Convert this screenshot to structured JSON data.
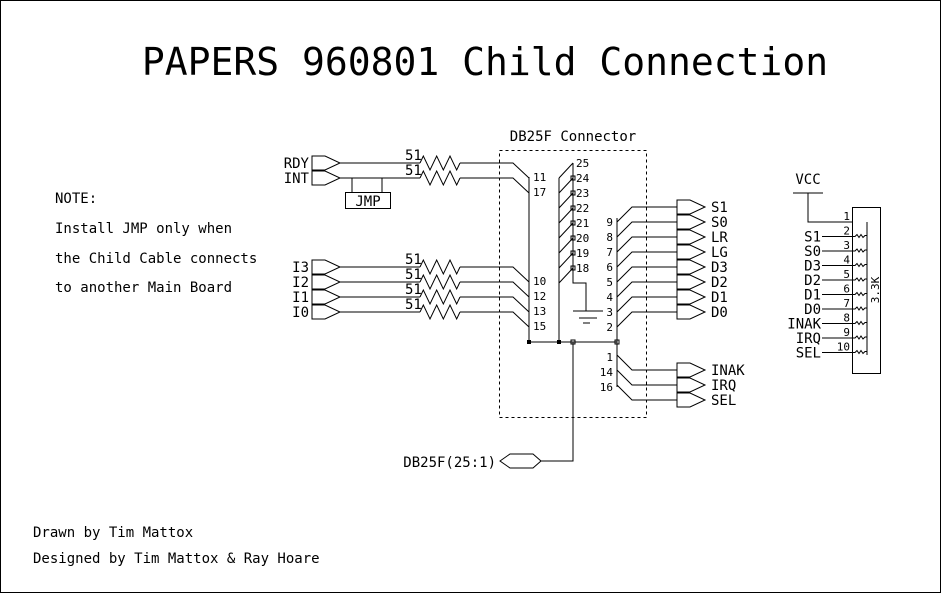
{
  "title": "PAPERS 960801 Child Connection",
  "connector_label": "DB25F Connector",
  "note": {
    "heading": "NOTE:",
    "lines": [
      "Install JMP only when",
      "the Child Cable connects",
      "to another Main Board"
    ]
  },
  "jumper_label": "JMP",
  "resistor_value": "51",
  "left_inputs": [
    {
      "name": "RDY",
      "pin": "11"
    },
    {
      "name": "INT",
      "pin": "17"
    },
    {
      "name": "I3",
      "pin": "10"
    },
    {
      "name": "I2",
      "pin": "12"
    },
    {
      "name": "I1",
      "pin": "13"
    },
    {
      "name": "I0",
      "pin": "15"
    }
  ],
  "ground_pins": [
    "25",
    "24",
    "23",
    "22",
    "21",
    "20",
    "19",
    "18"
  ],
  "right_outputs": [
    {
      "name": "S1",
      "pin": "9"
    },
    {
      "name": "S0",
      "pin": "8"
    },
    {
      "name": "LR",
      "pin": "7"
    },
    {
      "name": "LG",
      "pin": "6"
    },
    {
      "name": "D3",
      "pin": "5"
    },
    {
      "name": "D2",
      "pin": "4"
    },
    {
      "name": "D1",
      "pin": "3"
    },
    {
      "name": "D0",
      "pin": "2"
    }
  ],
  "bottom_outputs": [
    {
      "name": "INAK",
      "pin": "1"
    },
    {
      "name": "IRQ",
      "pin": "14"
    },
    {
      "name": "SEL",
      "pin": "16"
    }
  ],
  "bus_label": "DB25F(25:1)",
  "pack": {
    "vcc": "VCC",
    "value": "3.3K",
    "pins": [
      {
        "num": "1",
        "name": ""
      },
      {
        "num": "2",
        "name": "S1"
      },
      {
        "num": "3",
        "name": "S0"
      },
      {
        "num": "4",
        "name": "D3"
      },
      {
        "num": "5",
        "name": "D2"
      },
      {
        "num": "6",
        "name": "D1"
      },
      {
        "num": "7",
        "name": "D0"
      },
      {
        "num": "8",
        "name": "INAK"
      },
      {
        "num": "9",
        "name": "IRQ"
      },
      {
        "num": "10",
        "name": "SEL"
      }
    ]
  },
  "credits": {
    "drawn": "Drawn by Tim Mattox",
    "designed": "Designed by Tim Mattox & Ray Hoare"
  }
}
